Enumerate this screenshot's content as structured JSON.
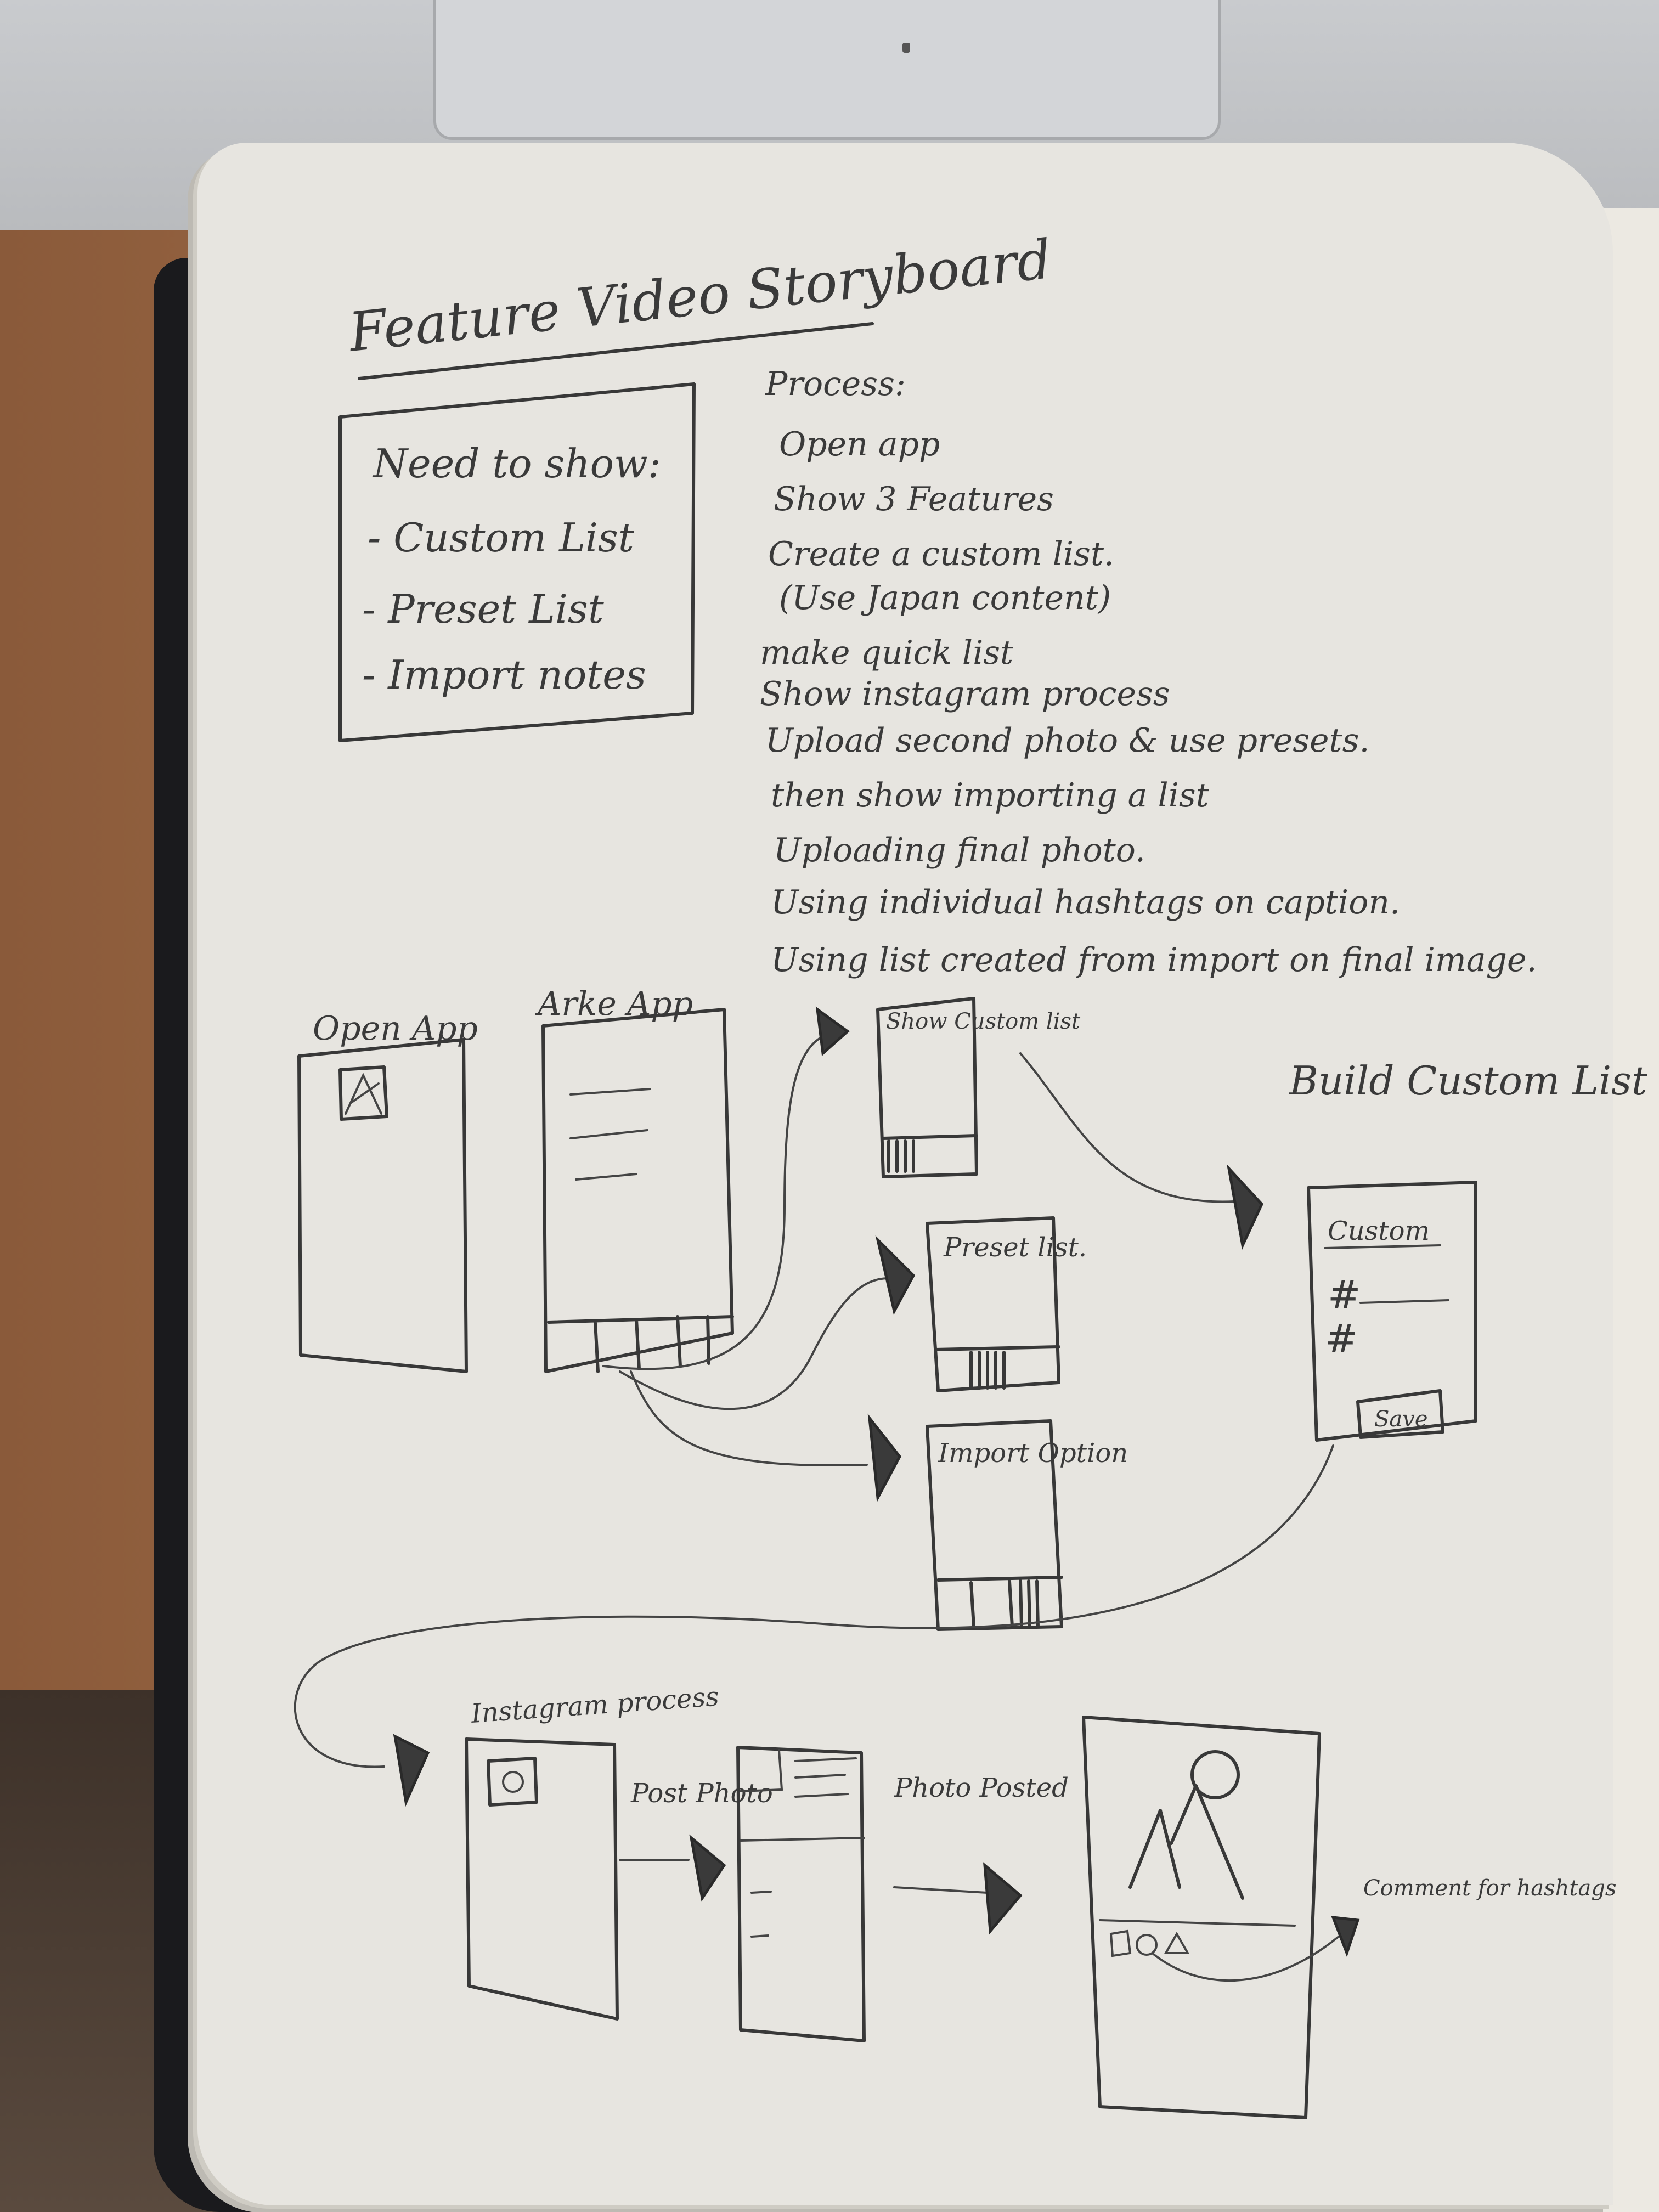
{
  "title": "Feature Video Storyboard",
  "need_to_show": {
    "heading": "Need to show:",
    "items": [
      "- Custom List",
      "- Preset List",
      "- Import notes"
    ]
  },
  "process": {
    "heading": "Process:",
    "steps": [
      "Open app",
      "Show 3 Features",
      "Create a custom list.",
      "(Use Japan content)",
      "make quick list",
      "Show instagram process",
      "Upload second photo & use presets.",
      "then show importing a list",
      "Uploading final photo.",
      "Using individual hashtags on caption.",
      "Using list created from import on final image."
    ]
  },
  "frames": {
    "open_app": "Open App",
    "arke_app": "Arke App",
    "show_custom_list": "Show Custom list",
    "preset_list": "Preset list.",
    "import_option": "Import Option",
    "build_custom_list": "Build Custom List",
    "custom_screen": {
      "header": "Custom",
      "hash_1": "#",
      "hash_2": "#",
      "save_button": "Save"
    },
    "instagram_process": "Instagram process",
    "post_photo": "Post Photo",
    "photo_posted": "Photo Posted",
    "comment_for_hashtags": "Comment for hashtags"
  },
  "colors": {
    "pencil": "#3a3a3a",
    "paper": "#e7e5e0",
    "notebook_cover": "#1a1a1d",
    "desk": "#a06c47"
  }
}
